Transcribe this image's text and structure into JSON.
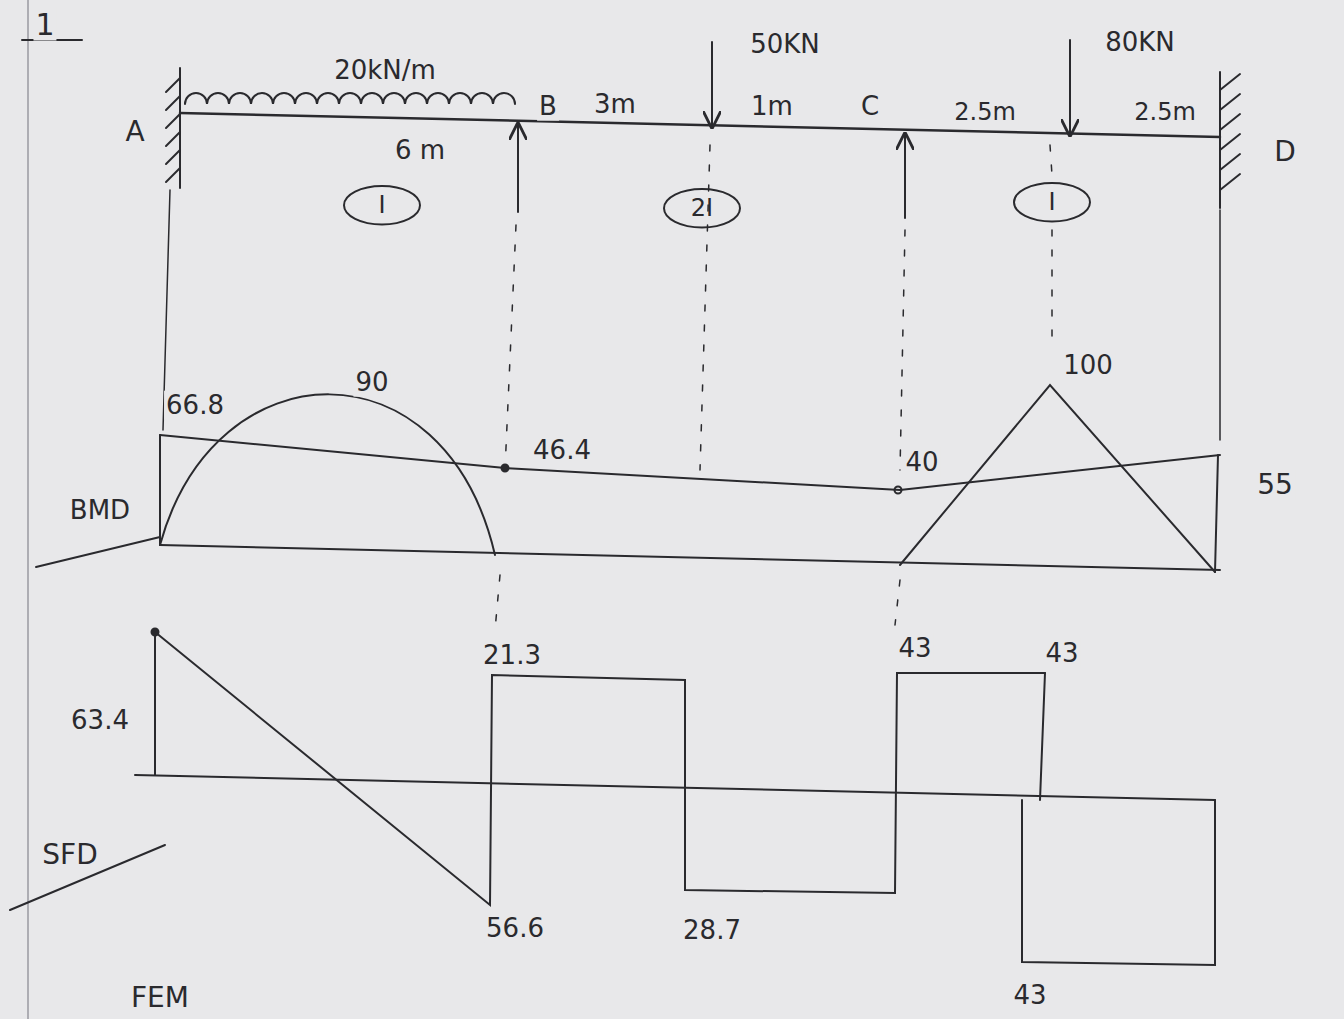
{
  "diagram": {
    "nodes": [
      {
        "text": [
          "I"
        ]
      },
      {
        "text": [
          "2I"
        ]
      },
      {
        "text": [
          "I"
        ]
      }
    ],
    "labels": [
      "1",
      "20kN/m",
      "A",
      "B",
      "3m",
      "50KN",
      "1m",
      "C",
      "2.5m",
      "80KN",
      "2.5m",
      "D",
      "6 m",
      "66.8",
      "90",
      "46.4",
      "40",
      "100",
      "55",
      "BMD",
      "63.4",
      "21.3",
      "56.6",
      "28.7",
      "43",
      "43",
      "43",
      "SFD",
      "FEM"
    ]
  }
}
